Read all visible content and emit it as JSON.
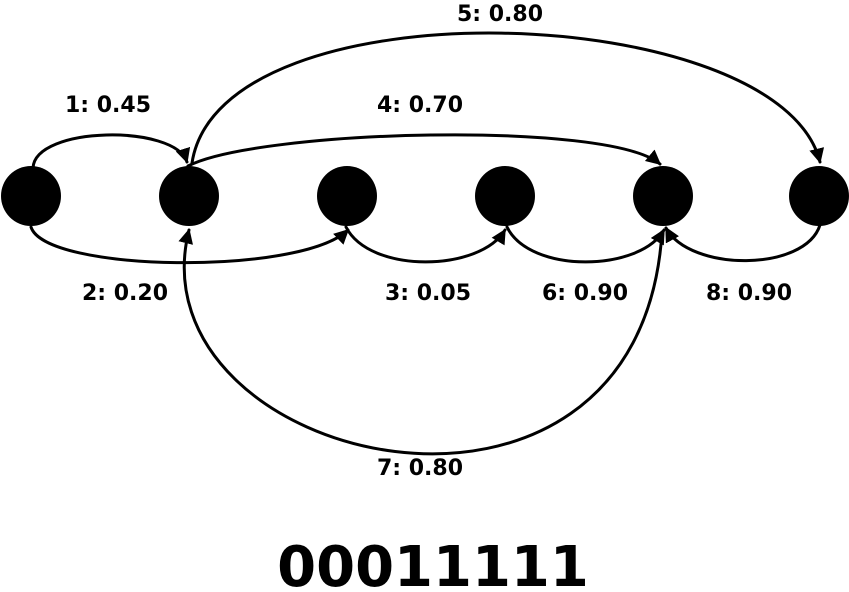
{
  "nodes": [
    {
      "id": 0
    },
    {
      "id": 1
    },
    {
      "id": 2
    },
    {
      "id": 3
    },
    {
      "id": 4
    },
    {
      "id": 5
    }
  ],
  "edges": [
    {
      "from": 0,
      "to": 1,
      "label": "1: 0.45"
    },
    {
      "from": 0,
      "to": 2,
      "label": "2: 0.20"
    },
    {
      "from": 2,
      "to": 3,
      "label": "3: 0.05"
    },
    {
      "from": 1,
      "to": 4,
      "label": "4: 0.70"
    },
    {
      "from": 1,
      "to": 5,
      "label": "5: 0.80"
    },
    {
      "from": 3,
      "to": 4,
      "label": "6: 0.90"
    },
    {
      "from": 4,
      "to": 1,
      "label": "7: 0.80"
    },
    {
      "from": 5,
      "to": 4,
      "label": "8: 0.90"
    }
  ],
  "bitstring": "00011111",
  "colors": {
    "node": "#000000",
    "edge": "#000000",
    "background": "#ffffff"
  }
}
